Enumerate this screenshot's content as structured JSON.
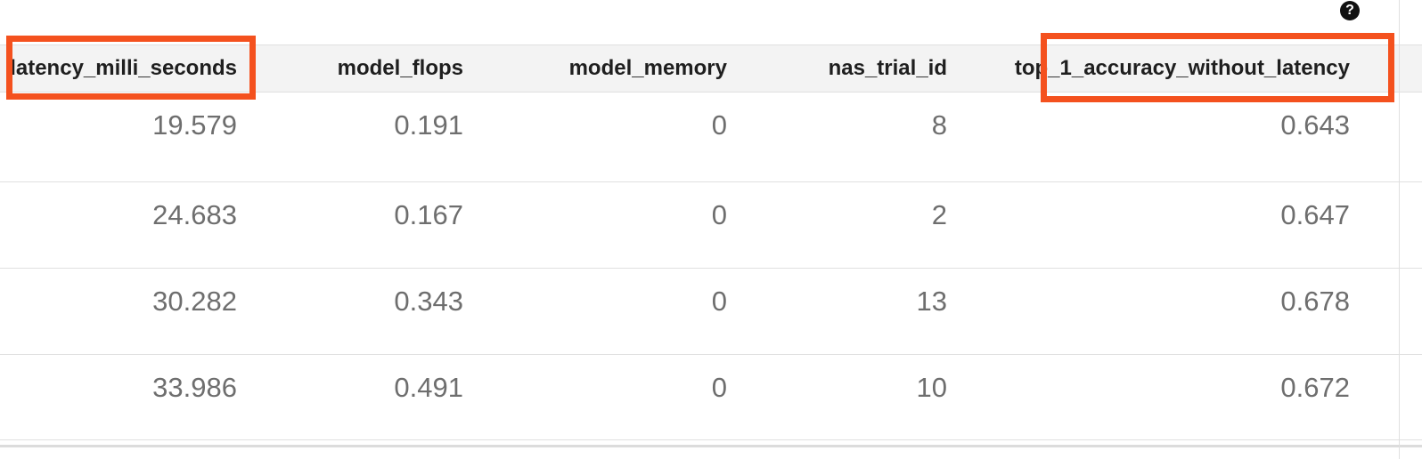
{
  "help": {
    "glyph": "?",
    "icon": "help-circle-icon"
  },
  "table": {
    "columns": [
      {
        "key": "latency_milli_seconds",
        "label": "latency_milli_seconds",
        "highlighted": true
      },
      {
        "key": "model_flops",
        "label": "model_flops",
        "highlighted": false
      },
      {
        "key": "model_memory",
        "label": "model_memory",
        "highlighted": false
      },
      {
        "key": "nas_trial_id",
        "label": "nas_trial_id",
        "highlighted": false
      },
      {
        "key": "top_1_accuracy_without_latency",
        "label": "top_1_accuracy_without_latency",
        "highlighted": true
      }
    ],
    "rows": [
      [
        "19.579",
        "0.191",
        "0",
        "8",
        "0.643"
      ],
      [
        "24.683",
        "0.167",
        "0",
        "2",
        "0.647"
      ],
      [
        "30.282",
        "0.343",
        "0",
        "13",
        "0.678"
      ],
      [
        "33.986",
        "0.491",
        "0",
        "10",
        "0.672"
      ]
    ]
  },
  "colors": {
    "highlight_box": "#f4511e",
    "header_background": "#f3f3f3",
    "divider": "#e0e0e0",
    "header_text": "#1f1f1f",
    "cell_text": "#6e6e6e",
    "help_icon_background": "#111111"
  }
}
